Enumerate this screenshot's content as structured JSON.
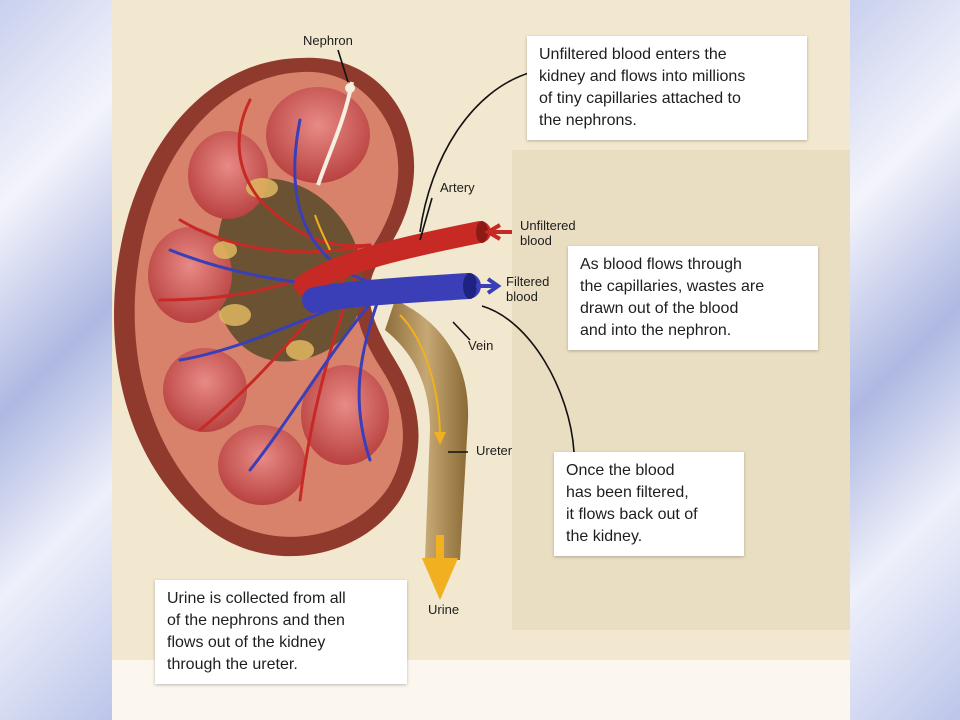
{
  "labels": {
    "nephron": "Nephron",
    "artery": "Artery",
    "unfiltered_blood": [
      "Unfiltered",
      "blood"
    ],
    "filtered_blood": [
      "Filtered",
      "blood"
    ],
    "vein": "Vein",
    "ureter": "Ureter",
    "urine": "Urine"
  },
  "callouts": {
    "unfiltered": [
      "Unfiltered blood enters the",
      "kidney and flows into millions",
      "of tiny capillaries attached to",
      "the nephrons."
    ],
    "capillaries": [
      "As blood flows through",
      "the capillaries, wastes are",
      "drawn out of the blood",
      "and into the nephron."
    ],
    "filtered": [
      "Once the blood",
      "has been filtered,",
      "it flows back out of",
      "the kidney."
    ],
    "urine": [
      "Urine is collected from all",
      "of the nephrons and then",
      "flows out of the kidney",
      "through the ureter."
    ]
  },
  "colors": {
    "kidney_outer": "#8f3a2c",
    "kidney_cortex": "#d8826c",
    "pyramid": "#c94f4a",
    "artery": "#c72a25",
    "vein": "#3a3fb8",
    "ureter": "#a98a52",
    "arrow": "#f0b020"
  }
}
